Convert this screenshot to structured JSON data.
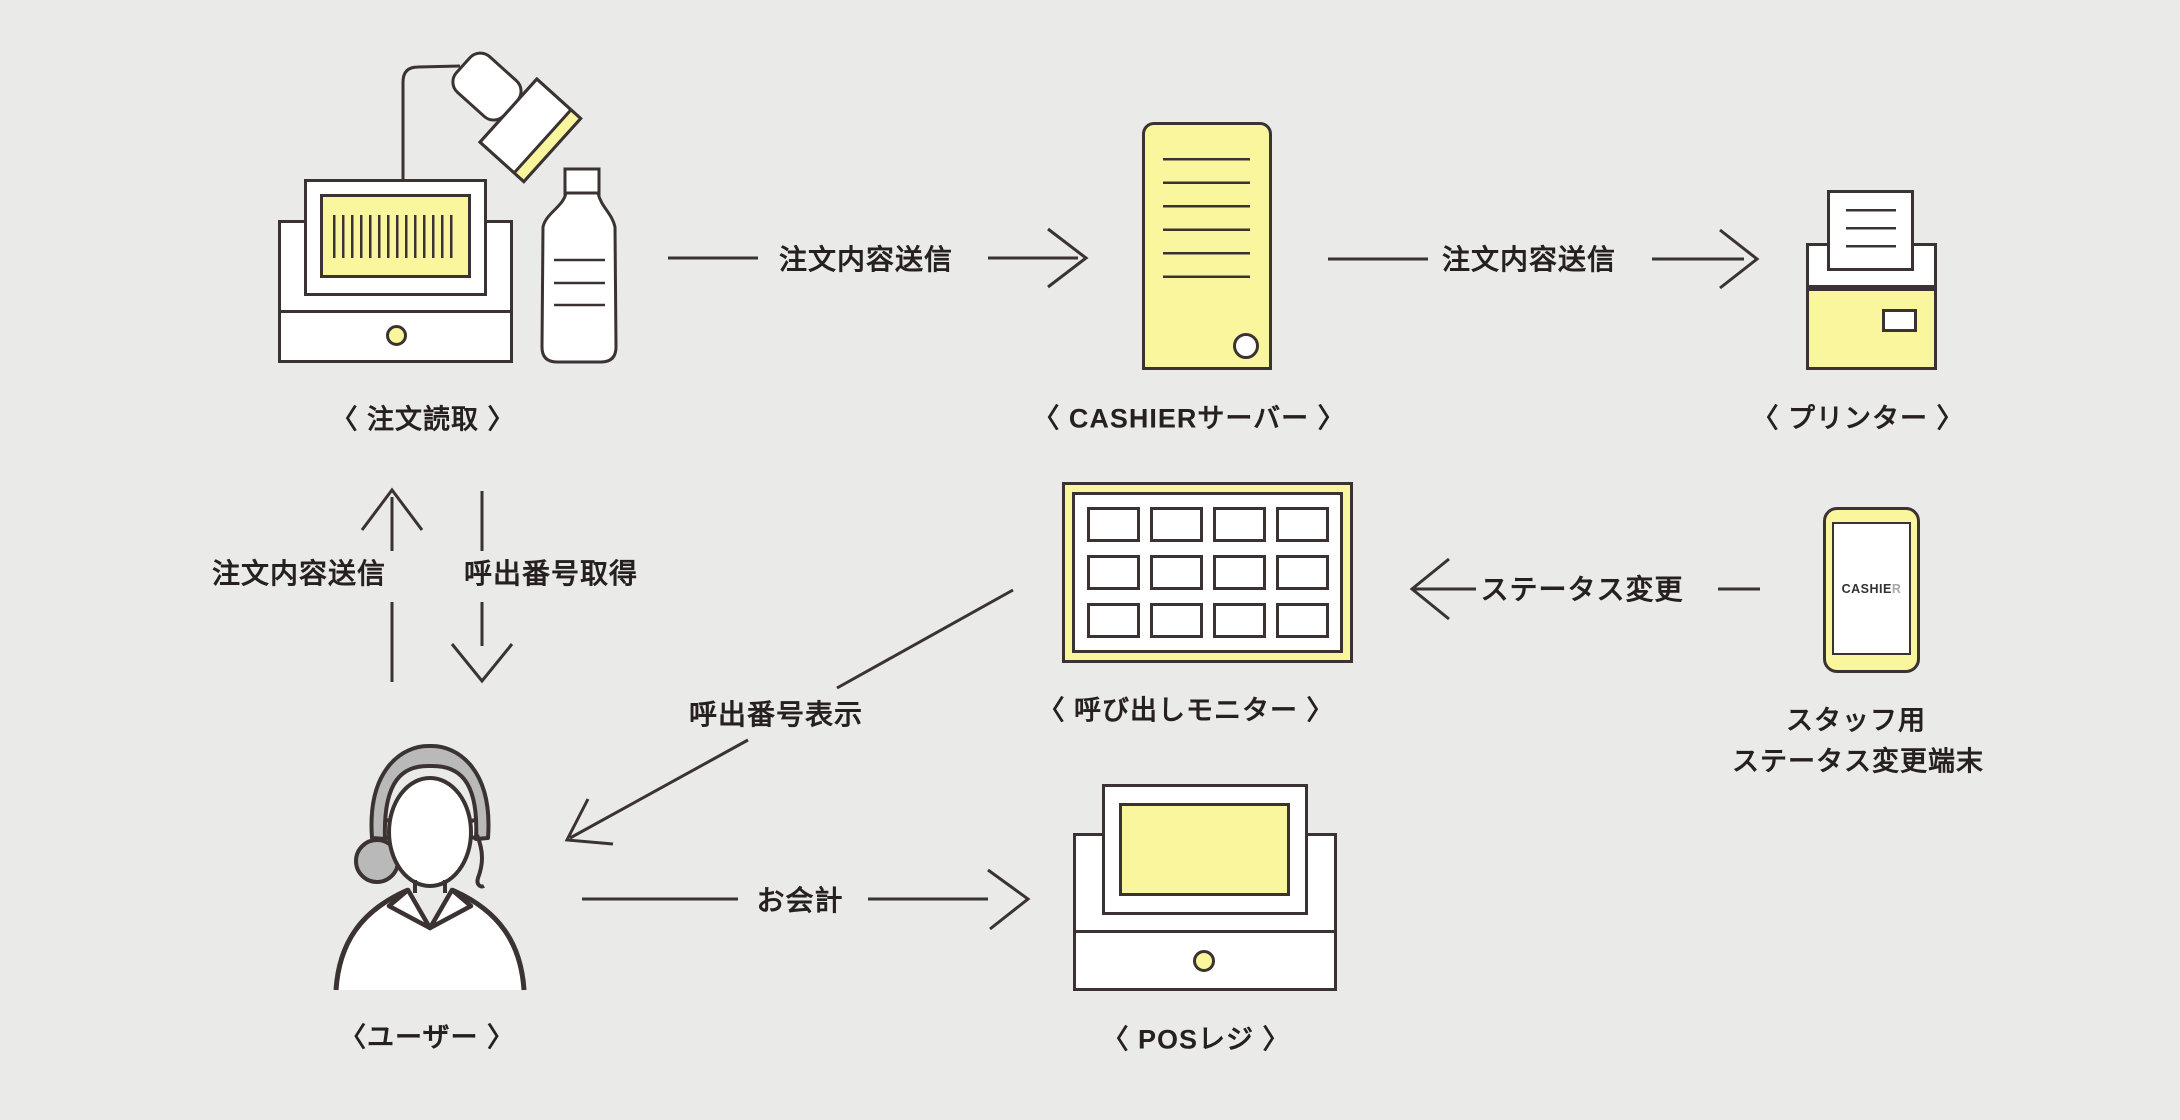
{
  "colors": {
    "background": "#EAEAE9",
    "accent_yellow": "#F9F69D",
    "line": "#3A3332",
    "hair_gray": "#B9B9B9",
    "brand_gray": "#A8A8A8",
    "text": "#262020"
  },
  "nodes": {
    "order_scanner": {
      "label": "〈 注文読取 〉"
    },
    "cashier_server": {
      "label": "〈 CASHIERサーバー 〉"
    },
    "printer": {
      "label": "〈 プリンター 〉"
    },
    "call_monitor": {
      "label": "〈 呼び出しモニター 〉"
    },
    "staff_terminal": {
      "label_line1": "スタッフ用",
      "label_line2": "ステータス変更端末",
      "screen_text_main": "CASHIE",
      "screen_text_accent": "R"
    },
    "user": {
      "label": "〈ユーザー 〉"
    },
    "pos_register": {
      "label": "〈 POSレジ 〉"
    }
  },
  "edges": {
    "scanner_to_server": {
      "label": "注文内容送信"
    },
    "server_to_printer": {
      "label": "注文内容送信"
    },
    "user_to_scanner": {
      "label": "注文内容送信"
    },
    "scanner_to_user": {
      "label": "呼出番号取得"
    },
    "terminal_to_monitor": {
      "label": "ステータス変更"
    },
    "monitor_to_user": {
      "label": "呼出番号表示"
    },
    "user_to_pos": {
      "label": "お会計"
    }
  }
}
